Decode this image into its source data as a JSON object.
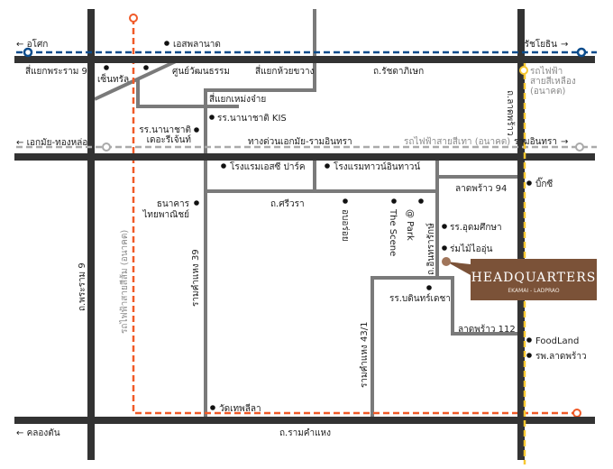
{
  "colors": {
    "main_road": "#333333",
    "minor_road": "#7a7a7a",
    "blue_line": "#0b4c8c",
    "orange_line": "#f05a28",
    "yellow_line": "#f7c832",
    "grey_line": "#aaaaaa",
    "hq": "#7b5238"
  },
  "directions": {
    "okok": "อโศก",
    "ratchayothin": "รัชโยธิน",
    "ekkamai": "เอกมัย-ทองหล่อ",
    "ramintra": "รามอินทรา",
    "khlongton": "คลองตัน"
  },
  "roads": {
    "rama9_junction": "สี่แยกพระราม 9",
    "huaikhwang_junction": "สี่แยกห้วยขวาง",
    "ratchadaphisek": "ถ.รัชดาภิเษก",
    "nongchai_junction": "สี่แยกเหม่งจ๋าย",
    "expressway": "ทางด่วนเอกมัย-รามอินทรา",
    "ladprao": "ถ.ลาดพร้าว",
    "sriwara": "ถ.ศรีวรา",
    "ladprao94": "ลาดพร้าว 94",
    "ladprao112": "ลาดพร้าว 112",
    "ramkhamhaeng39": "รามคำแหง 39",
    "ramkhamhaeng43": "รามคำแหง 43/1",
    "inthararak": "ถ.อินทรารักษ์",
    "rama9_rd": "ถ.พระราม 9",
    "ramkhamhaeng": "ถ.รามคำแหง"
  },
  "rail": {
    "yellow": "รถไฟฟ้าสายสีเหลือง (อนาคต)",
    "yellow_l1": "รถไฟฟ้า",
    "yellow_l2": "สายสีเหลือง",
    "yellow_l3": "(อนาคต)",
    "grey": "รถไฟฟ้าสายสีเทา (อนาคต)",
    "orange": "รถไฟฟ้าสายสีส้ม (อนาคต)"
  },
  "places": {
    "esplanade": "เอสพลานาด",
    "central": "เซ็นทรัล",
    "cultural": "ศูนย์วัฒนธรรม",
    "kis": "รร.นานาชาติ KIS",
    "regent1": "รร.นานาชาติ",
    "regent2": "เดอะรีเจ้นท์",
    "scpark": "โรงแรมเอสซี ปาร์ค",
    "townintown": "โรงแรมทาวน์อินทาวน์",
    "scb1": "ธนาคาร",
    "scb2": "ไทยพาณิชย์",
    "aboroi": "อบอร่อย",
    "thescene": "The Scene",
    "atpark": "@ Park",
    "udom": "รร.อุดมศึกษา",
    "rommai": "ร่มไม้ไออุ่น",
    "bodin": "รร.บดินทร์เดชา",
    "bigc": "บิ๊กซี",
    "foodland": "FoodLand",
    "hospital": "รพ.ลาดพร้าว",
    "wat": "วัดเทพลีลา"
  },
  "hq": {
    "title": "HEADQUARTERS",
    "subtitle": "EKAMAI - LADPRAO"
  }
}
